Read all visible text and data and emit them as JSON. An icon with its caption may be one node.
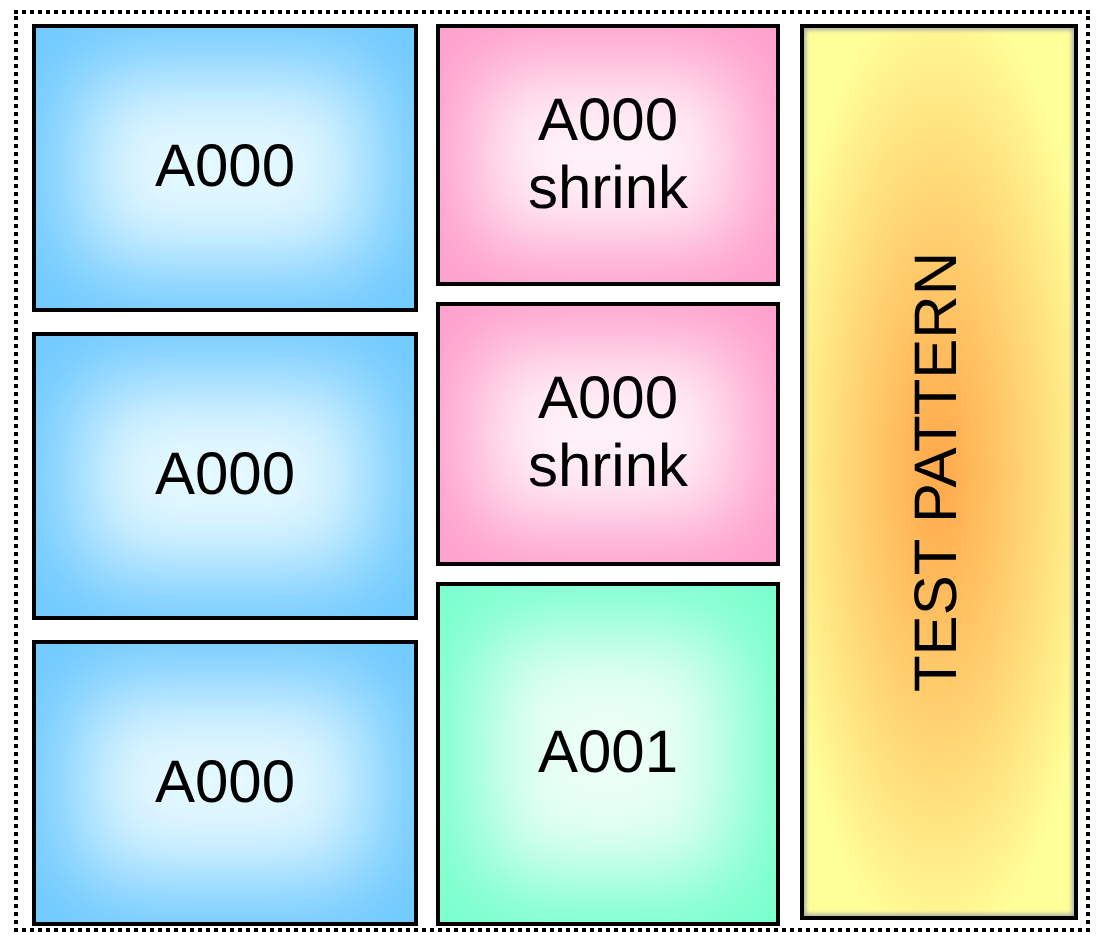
{
  "diagram": {
    "nodes": [
      {
        "text": [],
        "shape": "box"
      },
      {
        "text": [
          "A000"
        ],
        "in": 0
      },
      {
        "text": [
          "A000"
        ],
        "in": 0
      },
      {
        "text": [
          "A000"
        ],
        "in": 0
      },
      {
        "text": [
          "A000 shrink"
        ],
        "in": 0
      },
      {
        "text": [
          "A000 shrink"
        ],
        "in": 0
      },
      {
        "text": [
          "A001"
        ],
        "in": 0
      },
      {
        "text": [
          "TEST PATTERN"
        ],
        "in": 0
      }
    ]
  }
}
